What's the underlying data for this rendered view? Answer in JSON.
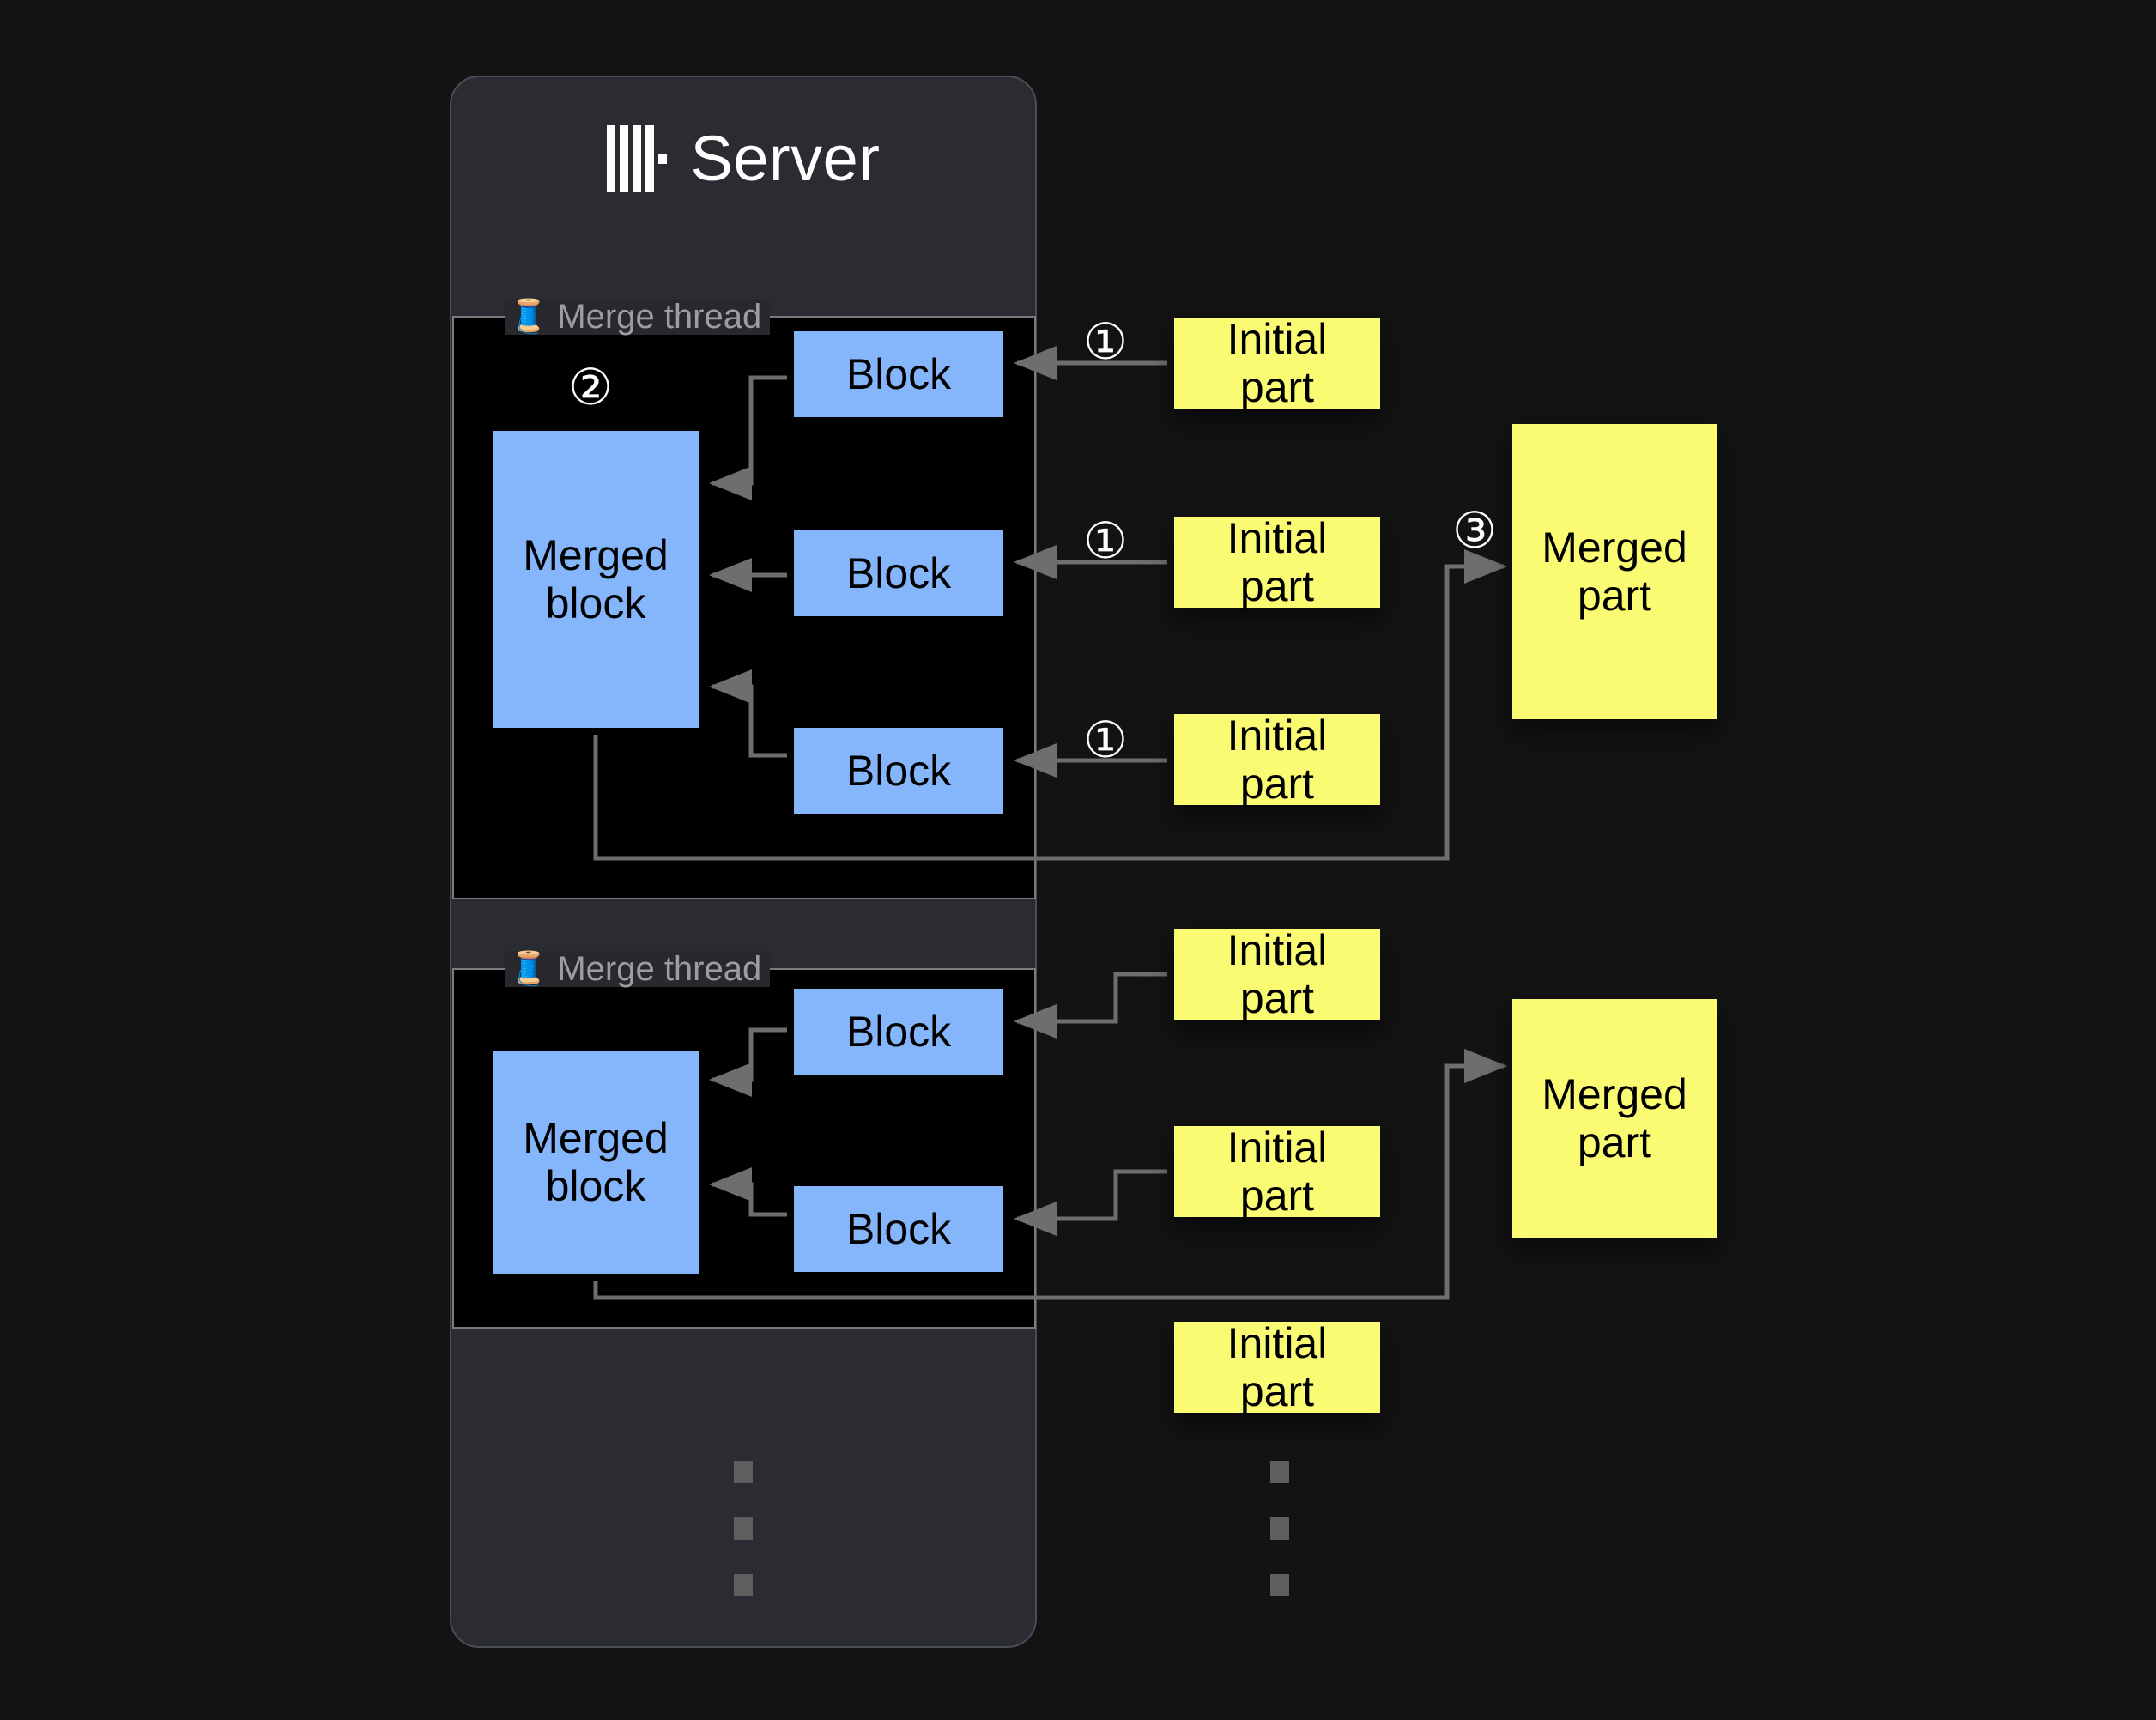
{
  "background_color": "#131313",
  "palette": {
    "card_bg": "#2a2c31",
    "card_border": "#4a4d55",
    "group_bg": "#000000",
    "group_border": "#7b7b7b",
    "block_blue": "#85b6fc",
    "part_yellow": "#fafa73",
    "arrow_gray": "#6e6e6e",
    "label_gray": "#9d9d9d",
    "text_white": "#ffffff",
    "text_black": "#000000",
    "dot_gray": "#5e5e5e"
  },
  "server": {
    "title": "Server",
    "logo_icon": "clickhouse-logo-icon"
  },
  "merge_threads": [
    {
      "icon": "thread-spool-icon",
      "label": "Merge thread",
      "merged_block_label": "Merged\nblock",
      "merged_block_text_line1": "Merged",
      "merged_block_text_line2": "block",
      "blocks": [
        "Block",
        "Block",
        "Block"
      ]
    },
    {
      "icon": "thread-spool-icon",
      "label": "Merge thread",
      "merged_block_label": "Merged\nblock",
      "merged_block_text_line1": "Merged",
      "merged_block_text_line2": "block",
      "blocks": [
        "Block",
        "Block"
      ]
    }
  ],
  "initial_parts": [
    {
      "line1": "Initial",
      "line2": "part"
    },
    {
      "line1": "Initial",
      "line2": "part"
    },
    {
      "line1": "Initial",
      "line2": "part"
    },
    {
      "line1": "Initial",
      "line2": "part"
    },
    {
      "line1": "Initial",
      "line2": "part"
    },
    {
      "line1": "Initial",
      "line2": "part"
    }
  ],
  "merged_parts": [
    {
      "line1": "Merged",
      "line2": "part"
    },
    {
      "line1": "Merged",
      "line2": "part"
    }
  ],
  "steps": {
    "one_a": "①",
    "one_b": "①",
    "one_c": "①",
    "two": "②",
    "three": "③"
  },
  "ellipsis": {
    "server_dots": "⋮",
    "parts_dots": "⋮"
  }
}
